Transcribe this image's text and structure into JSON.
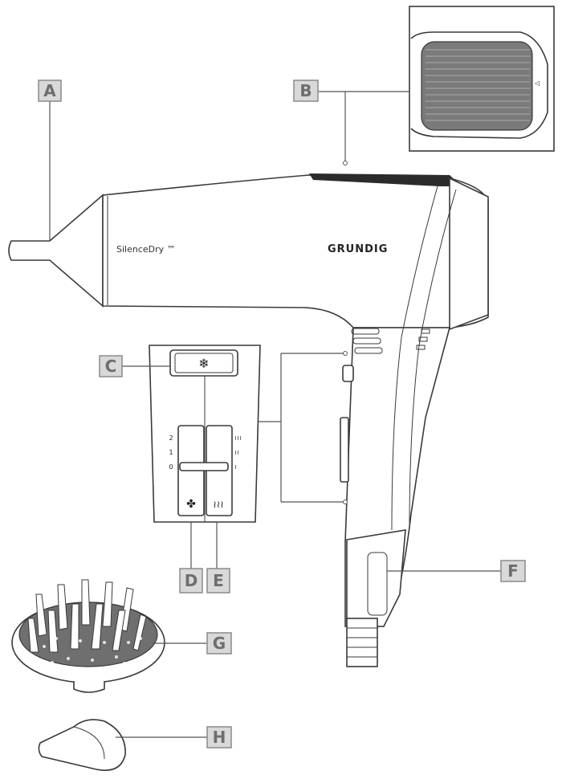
{
  "product": {
    "brand": "GRUNDIG",
    "model_name": "SilenceDry ™"
  },
  "callouts": [
    "A",
    "B",
    "C",
    "D",
    "E",
    "F",
    "G",
    "H"
  ],
  "switch_panel": {
    "level_labels": [
      "2",
      "1",
      "0"
    ],
    "heat_glyphs": [
      "⫯⫯⫯",
      "⫯⫯",
      "⫯"
    ],
    "cool_button_icon": "snowflake-icon",
    "fan_icon": "fan-icon",
    "heat_icon": "heat-waves-icon"
  },
  "colors": {
    "callout_fill": "#d9d9d9",
    "callout_stroke": "#8a8a8a",
    "callout_text": "#6e6e6e",
    "line_art": "#3a3a3a"
  }
}
